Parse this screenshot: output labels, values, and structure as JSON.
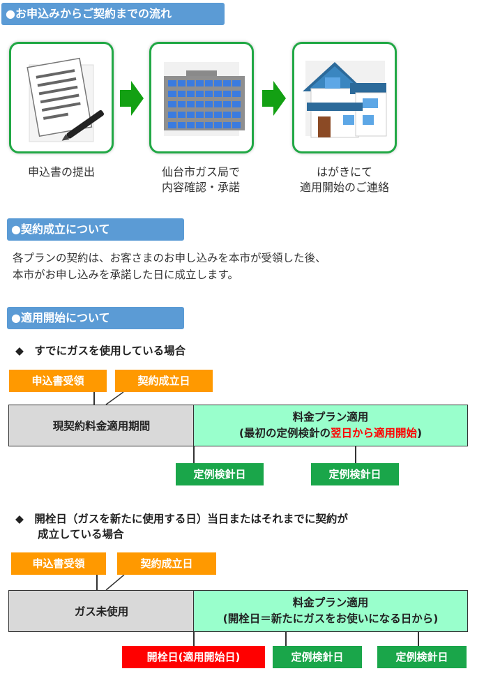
{
  "sections": {
    "flow_title": "●お申込みからご契約までの流れ",
    "contract_title": "●契約成立について",
    "start_title": "●適用開始について"
  },
  "flow_steps": [
    {
      "caption_line1": "申込書の提出",
      "caption_line2": "",
      "icon": "document-icon"
    },
    {
      "caption_line1": "仙台市ガス局で",
      "caption_line2": "内容確認・承諾",
      "icon": "building-icon"
    },
    {
      "caption_line1": "はがきにて",
      "caption_line2": "適用開始のご連絡",
      "icon": "house-icon"
    }
  ],
  "contract_text": {
    "line1": "各プランの契約は、お客さまのお申し込みを本市が受領した後、",
    "line2": "本市がお申し込みを承諾した日に成立します。"
  },
  "case1": {
    "heading": "◆　すでにガスを使用している場合",
    "tag_received": "申込書受領",
    "tag_established": "契約成立日",
    "bar_left": "現契約料金適用期間",
    "bar_right_line1": "料金プラン適用",
    "bar_right_pre": "(最初の定例検針の",
    "bar_right_red": "翌日から適用開始",
    "bar_right_post": ")",
    "meter1": "定例検針日",
    "meter2": "定例検針日"
  },
  "case2": {
    "heading_line1": "◆　開栓日（ガスを新たに使用する日）当日またはそれまでに契約が",
    "heading_line2": "成立している場合",
    "tag_received": "申込書受領",
    "tag_established": "契約成立日",
    "bar_left": "ガス未使用",
    "bar_right_line1": "料金プラン適用",
    "bar_right_line2": "(開栓日＝新たにガスをお使いになる日から)",
    "opening_day": "開栓日(適用開始日)",
    "meter1": "定例検針日",
    "meter2": "定例検針日"
  },
  "colors": {
    "section_header": "#5b9bd5",
    "card_border": "#21a845",
    "arrow": "#13a013",
    "orange_tag": "#ff9900",
    "green_tag": "#1aa64a",
    "red_tag": "#ff0000",
    "bar_gray": "#d9d9d9",
    "bar_green": "#99ffcc"
  }
}
